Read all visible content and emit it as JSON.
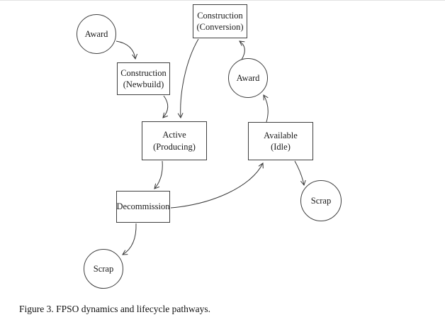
{
  "figure": {
    "caption": "Figure 3. FPSO dynamics and lifecycle pathways."
  },
  "diagram": {
    "line_color": "#3a3a3a",
    "node_fill": "#ffffff",
    "nodes": {
      "award_top": {
        "shape": "circle",
        "label": "Award"
      },
      "construction_conversion": {
        "shape": "rect",
        "line1": "Construction",
        "line2": "(Conversion)"
      },
      "construction_newbuild": {
        "shape": "rect",
        "line1": "Construction",
        "line2": "(Newbuild)"
      },
      "award_right": {
        "shape": "circle",
        "label": "Award"
      },
      "active": {
        "shape": "rect",
        "line1": "Active",
        "line2": "(Producing)"
      },
      "available": {
        "shape": "rect",
        "line1": "Available",
        "line2": "(Idle)"
      },
      "decommission": {
        "shape": "rect",
        "label": "Decommission"
      },
      "scrap_left": {
        "shape": "circle",
        "label": "Scrap"
      },
      "scrap_right": {
        "shape": "circle",
        "label": "Scrap"
      }
    },
    "edges": [
      {
        "from": "award_top",
        "to": "construction_newbuild"
      },
      {
        "from": "construction_newbuild",
        "to": "active"
      },
      {
        "from": "construction_conversion",
        "to": "active"
      },
      {
        "from": "award_right",
        "to": "construction_conversion"
      },
      {
        "from": "available",
        "to": "award_right"
      },
      {
        "from": "active",
        "to": "decommission"
      },
      {
        "from": "decommission",
        "to": "scrap_left"
      },
      {
        "from": "decommission",
        "to": "available"
      },
      {
        "from": "available",
        "to": "scrap_right"
      }
    ]
  }
}
